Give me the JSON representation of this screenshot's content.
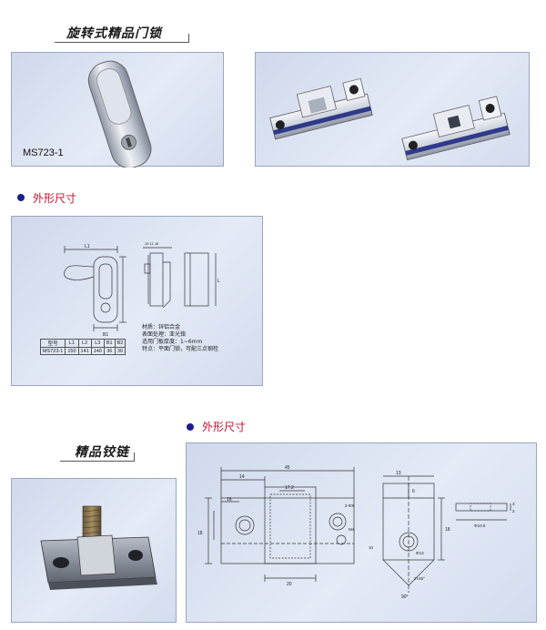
{
  "section1": {
    "title": "旋转式精品门锁",
    "model_label": "MS723-1"
  },
  "section2": {
    "heading": "外形尺寸",
    "specs": [
      "材质：锌铝合金",
      "表面处理：亚光铬",
      "适用门板厚度：1~6mm",
      "特点：平面门锁，可配三点钢栓"
    ],
    "table": {
      "headers": [
        "型号",
        "L1",
        "L2",
        "L3",
        "B1",
        "B2"
      ],
      "rows": [
        [
          "MS723-1",
          "150",
          "141",
          "140",
          "36",
          "30"
        ]
      ]
    },
    "drawing_labels": {
      "l1": "L1",
      "b1": "B1",
      "top_dim": "15 11 16",
      "side_l": "L"
    }
  },
  "section3": {
    "title": "精品铰链"
  },
  "section4": {
    "heading": "外形尺寸",
    "drawing_labels": {
      "overall": "45",
      "seg_a": "14",
      "seg_b": "17.2",
      "left_w": "16",
      "hole": "2-Φ6",
      "thread": "M4",
      "bottom": "20",
      "side_top": "18",
      "side_mid": "13",
      "side_low": "18",
      "side_w": "6",
      "angle": "90°",
      "pin": "10",
      "pin_d": "Φ13",
      "chamfer": "2×45°",
      "washer_a": "3",
      "washer_b": "2",
      "washer_d": "Φ10.5"
    }
  },
  "colors": {
    "panel_bg": "#d6dfef",
    "heading_red": "#c8102e",
    "bullet_blue": "#1b1f8a"
  }
}
